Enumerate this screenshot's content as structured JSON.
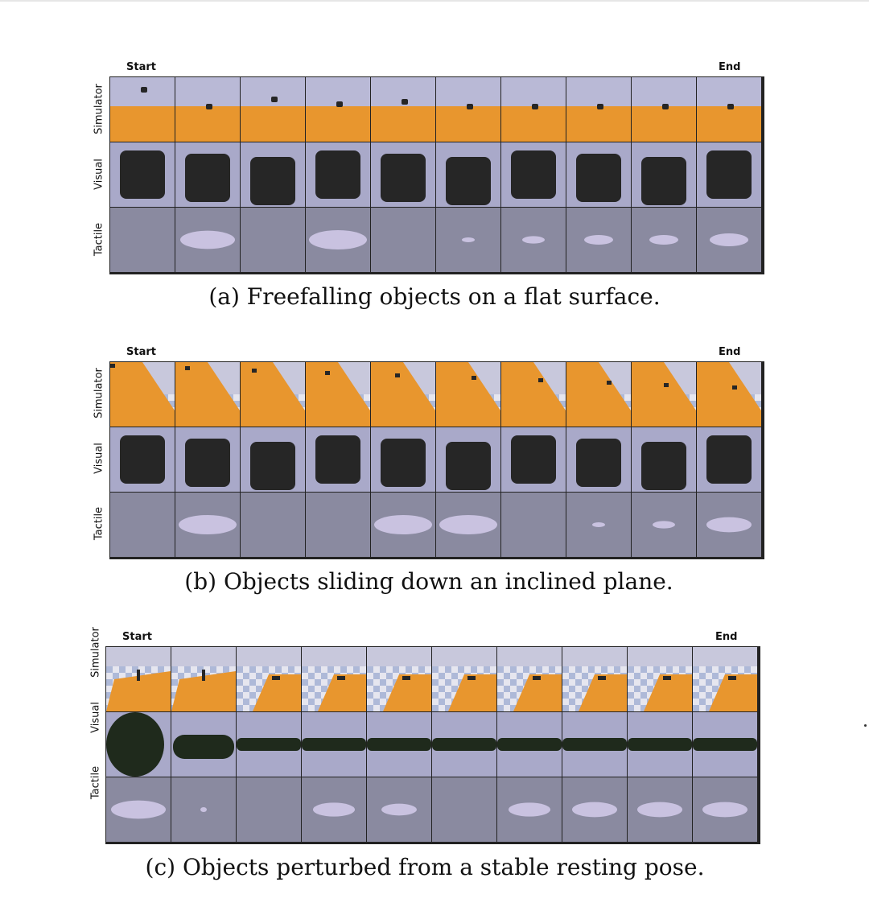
{
  "figure": {
    "panels": [
      {
        "id": "a",
        "start_label": "Start",
        "end_label": "End",
        "rows": [
          "Simulator",
          "Visual",
          "Tactile"
        ],
        "caption": "(a) Freefalling objects on a flat surface.",
        "frames": 10
      },
      {
        "id": "b",
        "start_label": "Start",
        "end_label": "End",
        "rows": [
          "Simulator",
          "Visual",
          "Tactile"
        ],
        "caption": "(b) Objects sliding down an inclined plane.",
        "frames": 10
      },
      {
        "id": "c",
        "start_label": "Start",
        "end_label": "End",
        "rows": [
          "Simulator",
          "Visual",
          "Tactile"
        ],
        "caption": "(c) Objects perturbed from a stable resting pose.",
        "frames": 10
      }
    ],
    "colors": {
      "sky": "#b9b9d6",
      "ground_orange": "#e8962e",
      "visual_bg": "#a9a9c9",
      "tactile_bg": "#8a8aa0",
      "object_dark": "#262626",
      "object_green": "#1f2a1c"
    }
  }
}
